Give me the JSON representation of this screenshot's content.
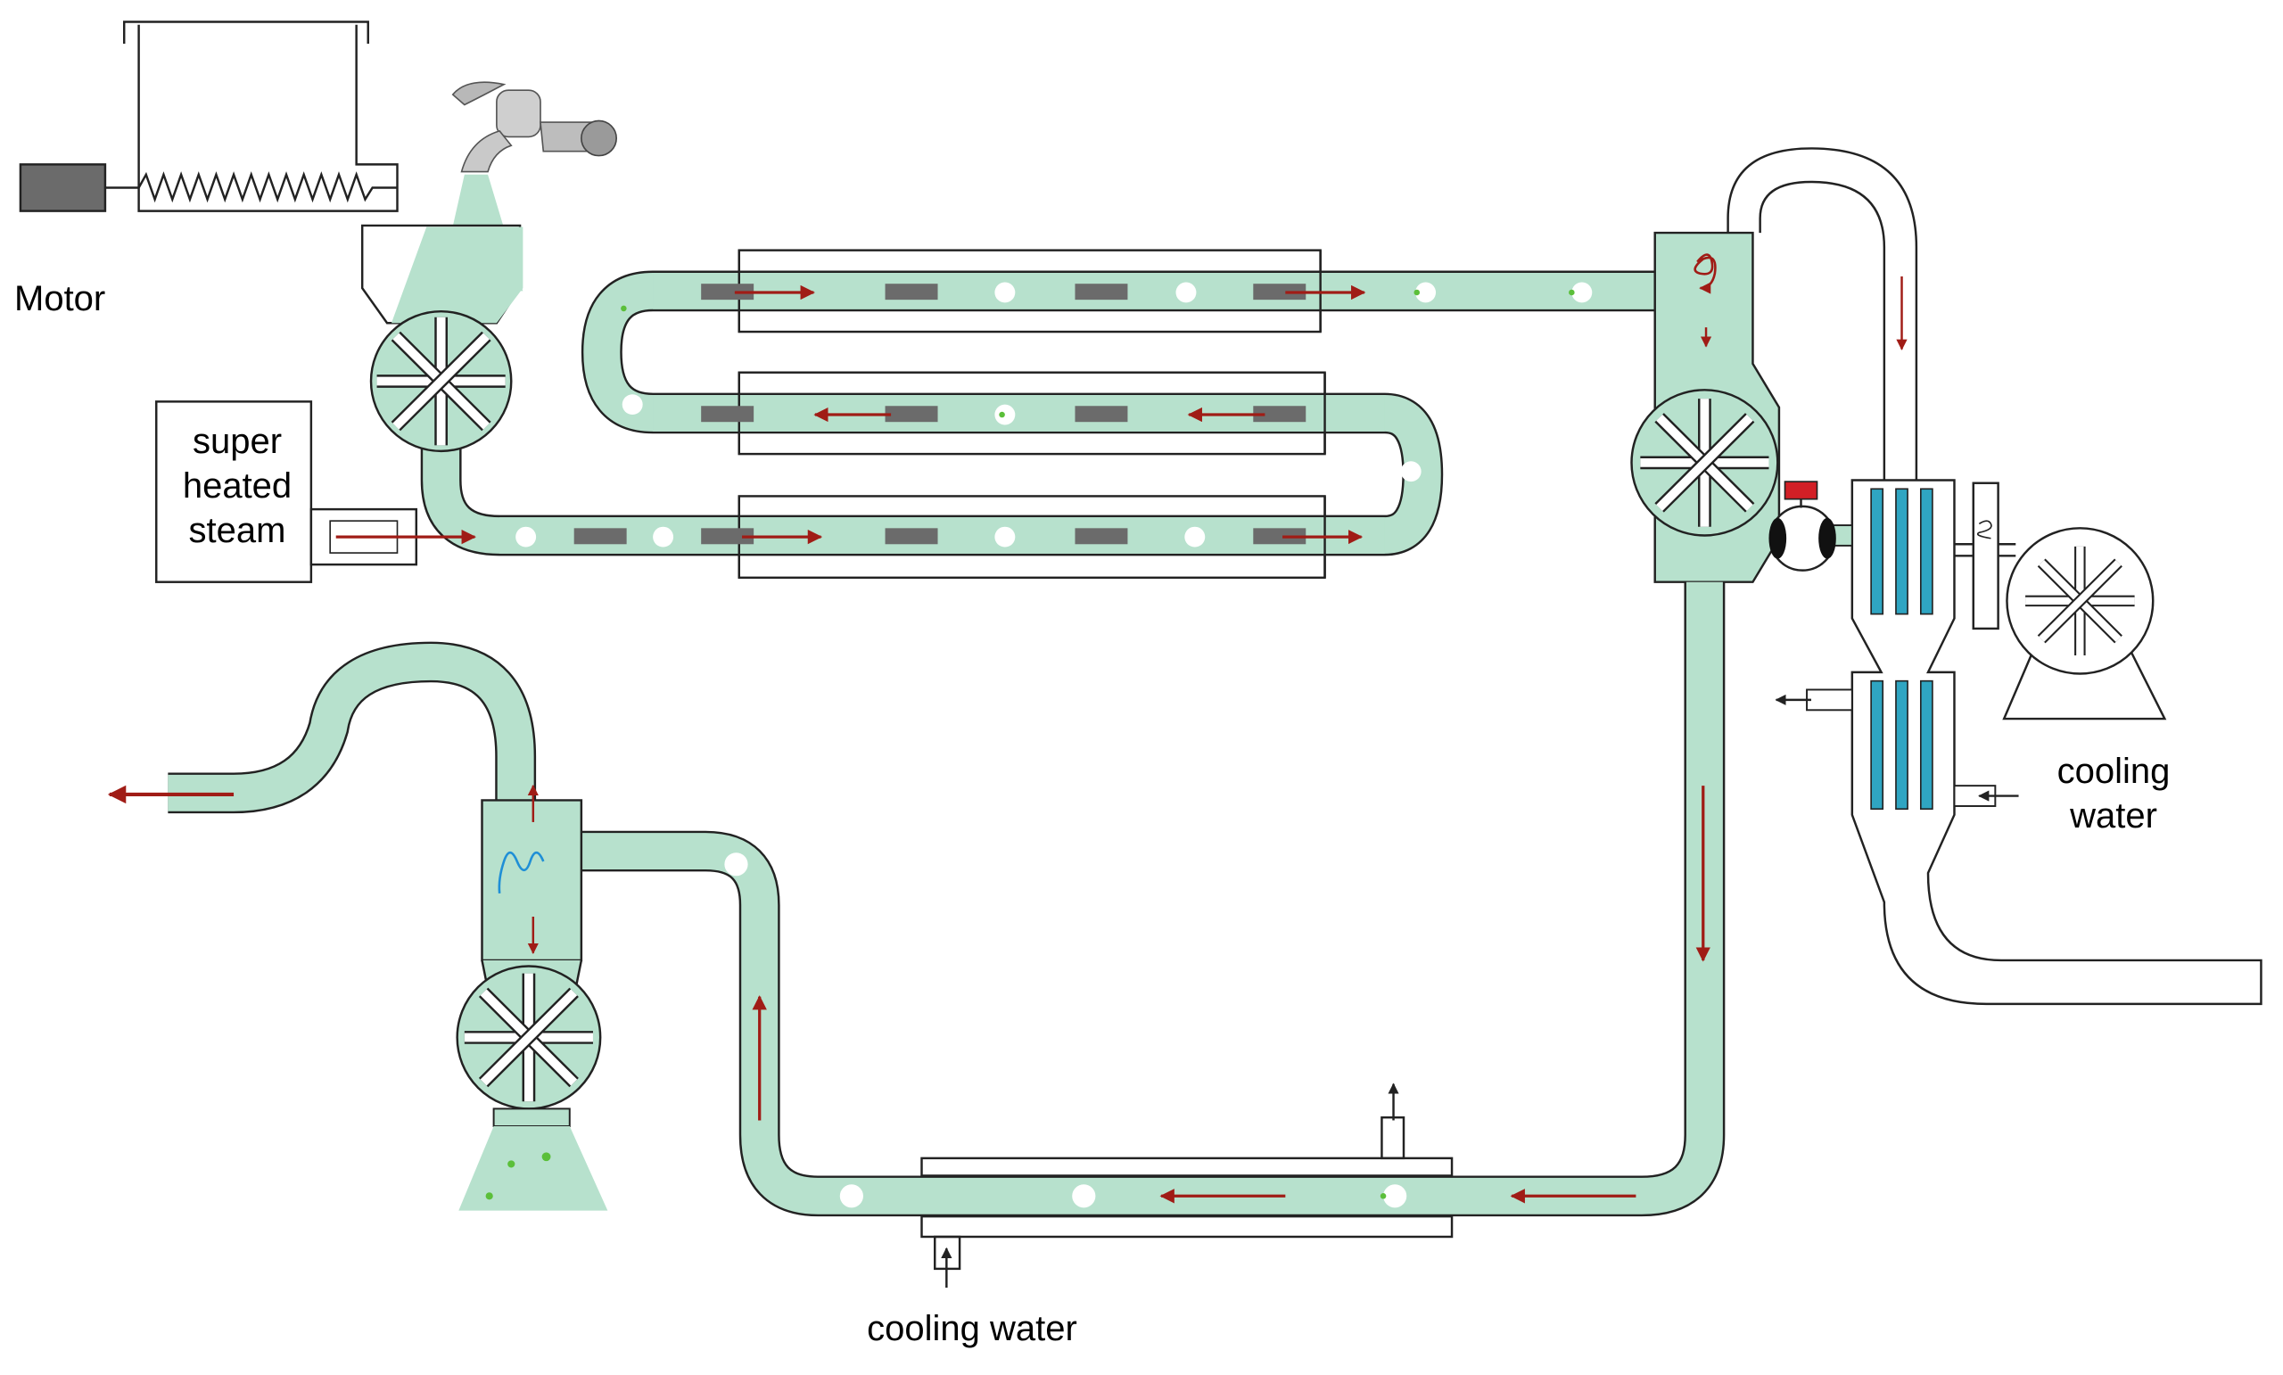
{
  "labels": {
    "motor": "Motor",
    "steam_line1": "super",
    "steam_line2": "heated",
    "steam_line3": "steam",
    "cooling_water_right_line1": "cooling",
    "cooling_water_right_line2": "water",
    "cooling_water_bottom": "cooling water"
  },
  "colors": {
    "process_fluid": "#b7e1cd",
    "outline": "#222222",
    "flow_arrow": "#a01c16",
    "heater_block": "#6b6b6b",
    "cooling_tube": "#2fa5c2",
    "valve_red": "#d21f26",
    "particle_green": "#5bbf3a",
    "vortex_blue": "#1f8fd6"
  },
  "icons": [
    "motor-icon",
    "water-faucet-icon",
    "rotary-valve-icon",
    "fan-icon",
    "cyclone-icon",
    "heat-exchanger-icon",
    "condenser-icon",
    "butterfly-valve-icon",
    "flow-arrow-icon"
  ]
}
